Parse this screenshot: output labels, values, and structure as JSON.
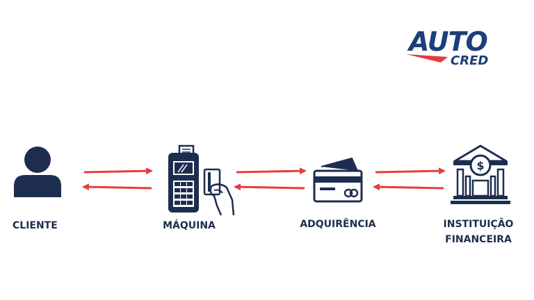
{
  "brand": {
    "logo_top": "AUTO",
    "logo_bottom": "CRED",
    "primary_color": "#1c3f7a",
    "accent_color": "#e63a3a"
  },
  "diagram": {
    "icon_color": "#1d2d4f",
    "arrow_color": "#ea3b3b",
    "nodes": [
      {
        "id": "cliente",
        "icon": "user-icon",
        "label": "CLIENTE"
      },
      {
        "id": "maquina",
        "icon": "card-machine-icon",
        "label": "MÁQUINA"
      },
      {
        "id": "adquirencia",
        "icon": "credit-card-icon",
        "label": "ADQUIRÊNCIA"
      },
      {
        "id": "instituicao",
        "icon": "bank-icon",
        "label_lines": [
          "INSTITUIÇÃO",
          "FINANCEIRA"
        ]
      }
    ],
    "connections": [
      {
        "from": "cliente",
        "to": "maquina",
        "direction": "bidirectional"
      },
      {
        "from": "maquina",
        "to": "adquirencia",
        "direction": "bidirectional"
      },
      {
        "from": "adquirencia",
        "to": "instituicao",
        "direction": "bidirectional"
      }
    ]
  }
}
